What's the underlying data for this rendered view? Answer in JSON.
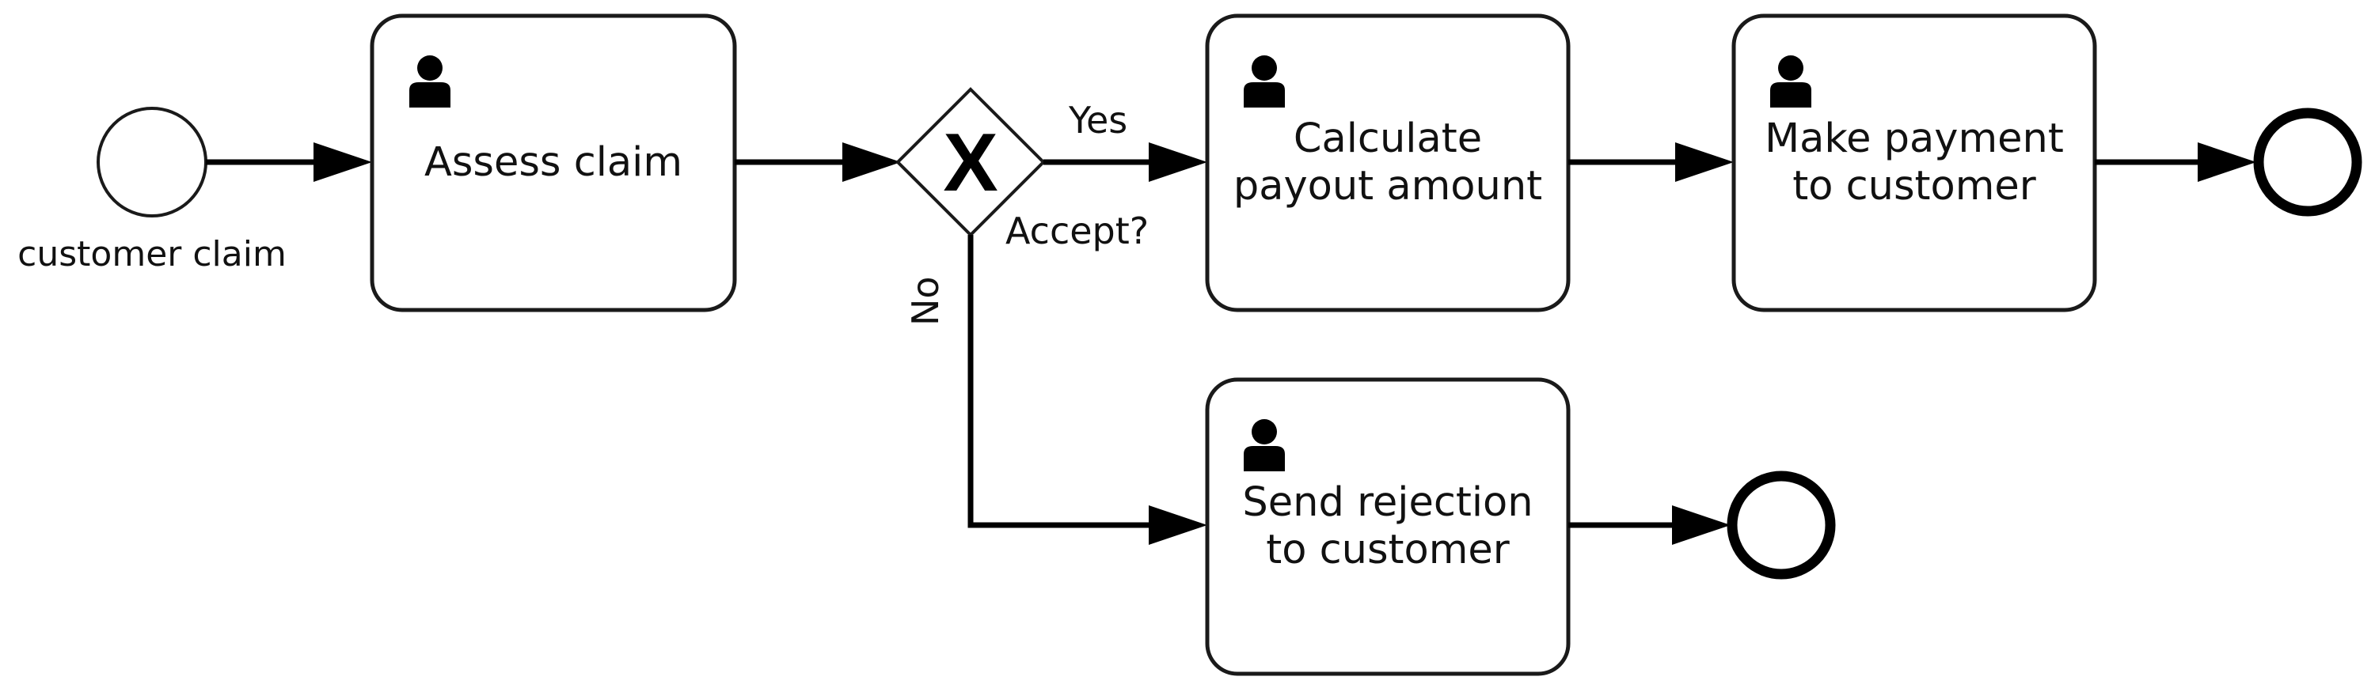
{
  "start_event": {
    "label": "customer claim"
  },
  "tasks": [
    {
      "id": "assess",
      "lines": [
        "Assess claim"
      ],
      "icon": "user-icon"
    },
    {
      "id": "calculate",
      "lines": [
        "Calculate",
        "payout amount"
      ],
      "icon": "user-icon"
    },
    {
      "id": "payment",
      "lines": [
        "Make payment",
        "to customer"
      ],
      "icon": "user-icon"
    },
    {
      "id": "rejection",
      "lines": [
        "Send rejection",
        "to customer"
      ],
      "icon": "user-icon"
    }
  ],
  "gateway": {
    "marker": "X",
    "label": "Accept?",
    "type": "exclusive"
  },
  "flows": {
    "yes_label": "Yes",
    "no_label": "No"
  },
  "colors": {
    "stroke": "#000000",
    "icon": "#4a4a4a",
    "fill": "#ffffff"
  }
}
